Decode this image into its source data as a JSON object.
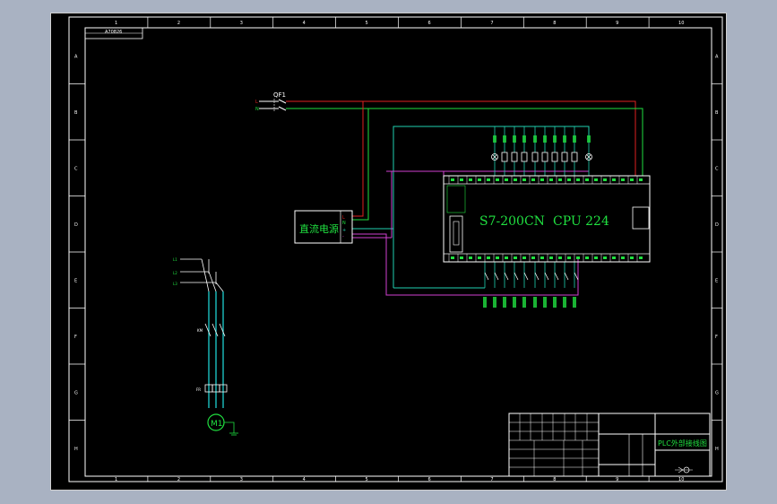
{
  "frame": {
    "top_cols": [
      "1",
      "2",
      "3",
      "4",
      "5",
      "6",
      "7",
      "8",
      "9",
      "10"
    ],
    "bottom_cols": [
      "1",
      "2",
      "3",
      "4",
      "5",
      "6",
      "7",
      "8",
      "9",
      "10"
    ],
    "left_rows": [
      "A",
      "B",
      "C",
      "D",
      "E",
      "F",
      "G",
      "H"
    ],
    "right_rows": [
      "A",
      "B",
      "C",
      "D",
      "E",
      "F",
      "G",
      "H"
    ],
    "corner_stamp": "A70826"
  },
  "plc": {
    "model": "S7-200CN",
    "cpu": "CPU 224"
  },
  "power_supply": {
    "label": "直流电源",
    "terminals": [
      "L",
      "N",
      "+",
      "-"
    ]
  },
  "breaker": {
    "label": "QF1"
  },
  "motor": {
    "label": "M1"
  },
  "title_block": {
    "drawing_title": "PLC外部接线图"
  },
  "colors": {
    "background": "#000000",
    "red_wire": "#e02020",
    "green_wire": "#20e040",
    "teal_wire": "#20d0b0",
    "magenta_wire": "#d040d0",
    "cyan_wire": "#20e0e0",
    "white_line": "#ffffff"
  }
}
